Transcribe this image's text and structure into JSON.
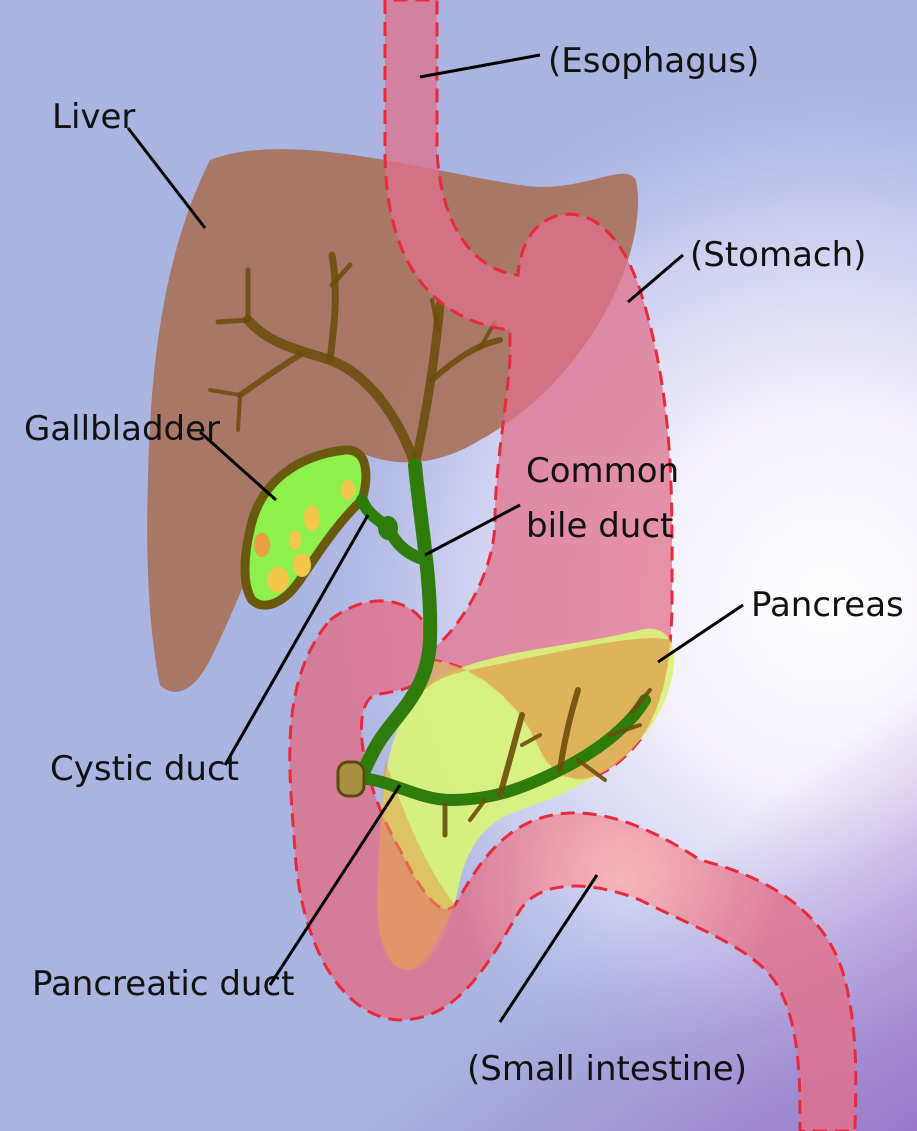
{
  "labels": {
    "esophagus": "(Esophagus)",
    "liver": "Liver",
    "stomach": "(Stomach)",
    "gallbladder": "Gallbladder",
    "common_bile_duct_line1": "Common",
    "common_bile_duct_line2": "bile duct",
    "pancreas": "Pancreas",
    "cystic_duct": "Cystic duct",
    "pancreatic_duct": "Pancreatic duct",
    "small_intestine": "(Small intestine)"
  },
  "colors": {
    "background_top": "#a9b4e0",
    "background_glow": "#ffffff",
    "background_corner": "#9a72c8",
    "liver": "#a8705a",
    "liver_ducts": "#6b4c0a",
    "gut": "#e0708c",
    "gut_outline": "#e82a3a",
    "gallbladder_fill": "#8ef04a",
    "gallbladder_wall": "#6a5a10",
    "gallstones": "#f2c84a",
    "bile_duct": "#2e7d0a",
    "pancreas": "#d9f27a",
    "pancreas_overlap": "#e0a050"
  }
}
